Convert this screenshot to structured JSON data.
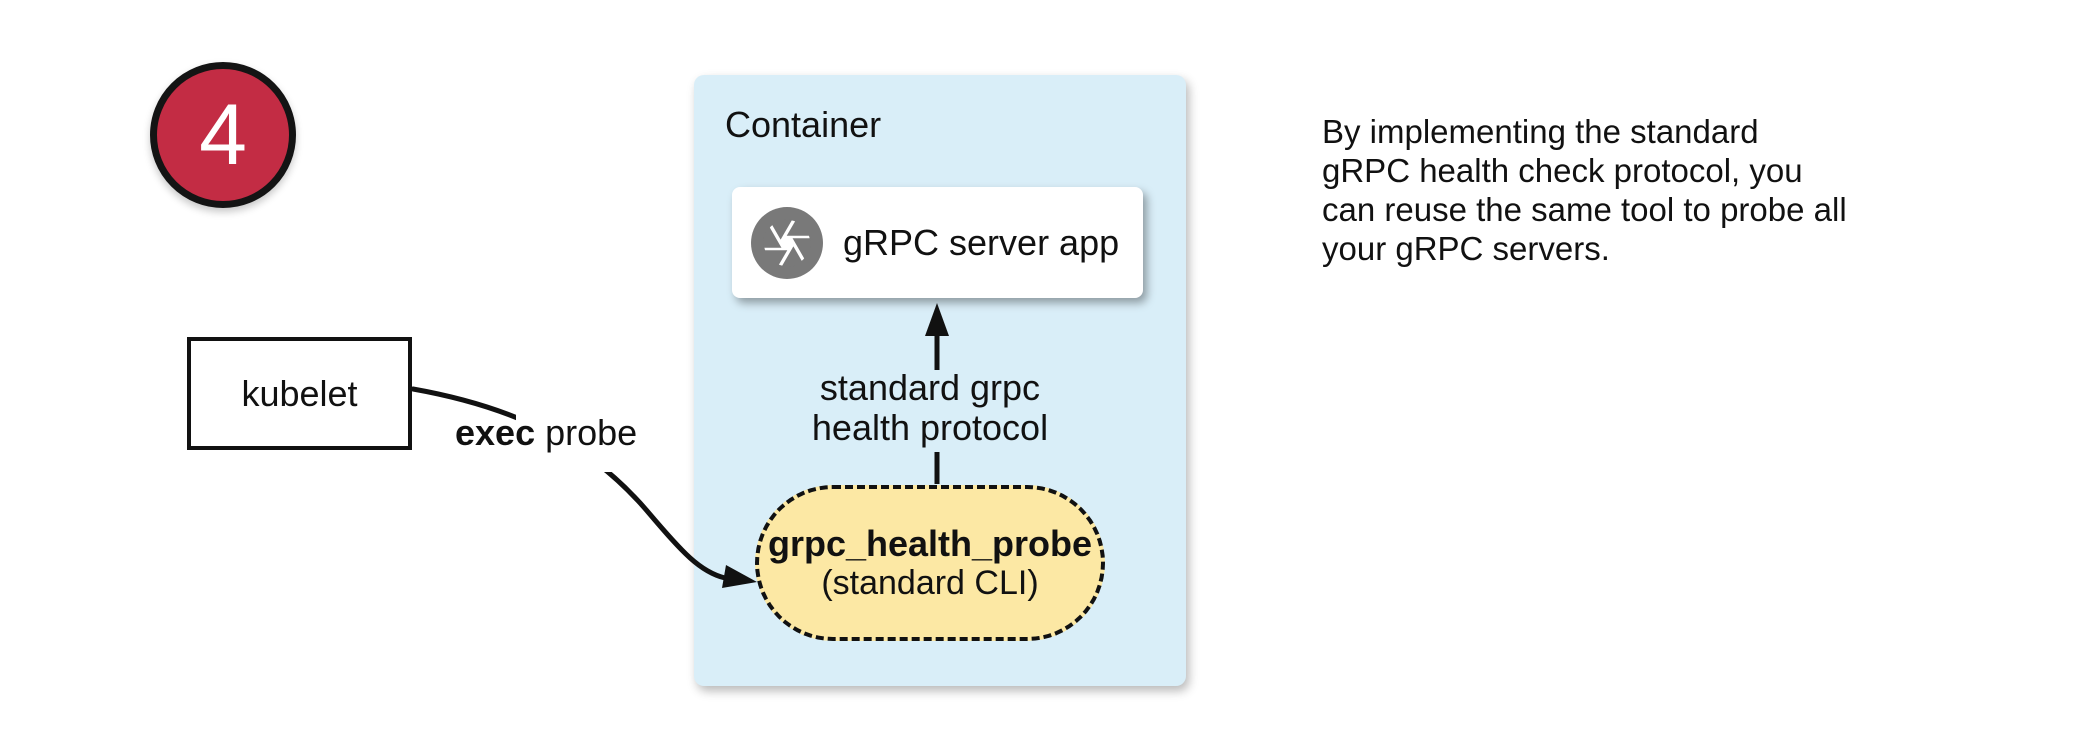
{
  "step_badge": {
    "number": "4"
  },
  "kubelet": {
    "label": "kubelet"
  },
  "probe_arrow": {
    "label_bold": "exec",
    "label_rest": " probe"
  },
  "container": {
    "title": "Container",
    "server_app": {
      "label": "gRPC server app",
      "icon": "camera-shutter-icon"
    },
    "protocol_label": {
      "line1": "standard grpc",
      "line2": "health protocol"
    },
    "probe_pill": {
      "line1": "grpc_health_probe",
      "line2": "(standard CLI)"
    }
  },
  "note": {
    "lines": [
      "By implementing the standard",
      "gRPC health check protocol, you",
      "can reuse the same tool to probe all",
      "your gRPC servers."
    ]
  },
  "colors": {
    "badge_bg": "#C32C44",
    "container_bg": "#D9EEF8",
    "pill_bg": "#FCE8A4",
    "icon_gray": "#797979",
    "stroke": "#111111"
  }
}
